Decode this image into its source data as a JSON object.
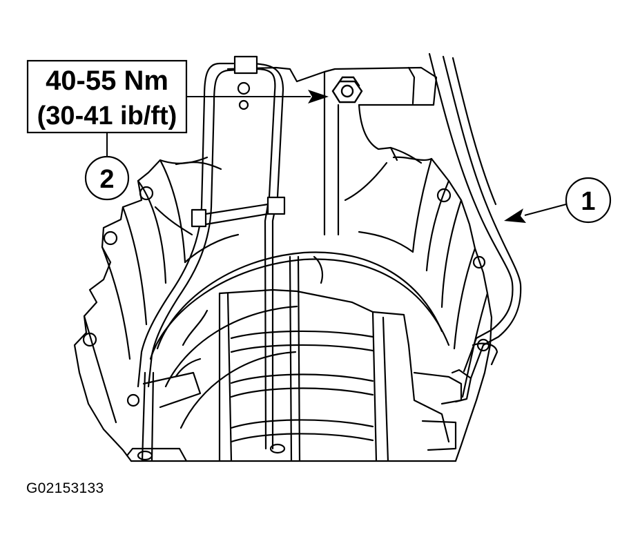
{
  "callouts": {
    "torque_spec_nm": "40-55 Nm",
    "torque_spec_lbft": "(30-41 ib/ft)",
    "item_2": "2",
    "item_1": "1"
  },
  "figure_id": "G02153133",
  "colors": {
    "line": "#000000",
    "background": "#ffffff"
  }
}
